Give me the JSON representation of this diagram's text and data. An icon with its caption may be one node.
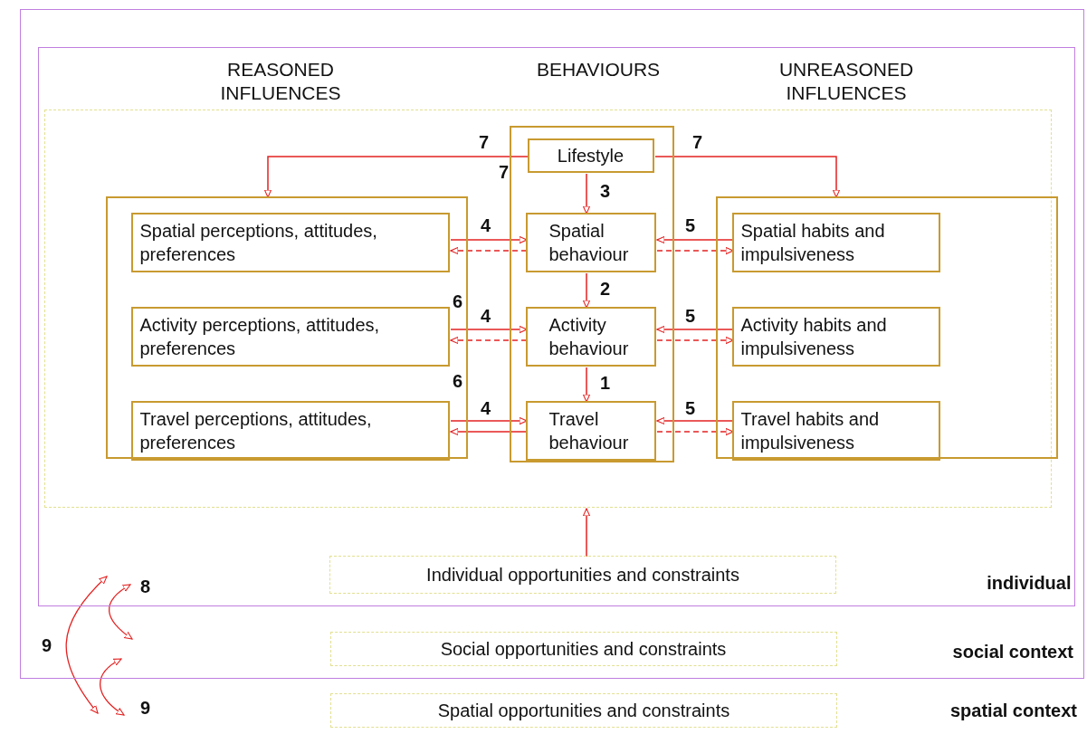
{
  "diagram": {
    "nodes": [
      {
        "text": [
          "social context"
        ]
      },
      {
        "text": [
          "individual"
        ],
        "in": 0
      },
      {
        "text": [],
        "shape": "box",
        "in": 1
      },
      {
        "text": [],
        "shape": "box",
        "in": 2
      },
      {
        "text": [
          "Spatial perceptions, attitudes, preferences"
        ],
        "in": 3
      },
      {
        "text": [
          "Activity perceptions, attitudes, preferences"
        ],
        "in": 3
      },
      {
        "text": [
          "Travel perceptions, attitudes, preferences"
        ],
        "in": 3
      },
      {
        "text": [],
        "shape": "box",
        "in": 2
      },
      {
        "text": [
          "Lifestyle"
        ],
        "in": 7
      },
      {
        "text": [
          "Spatial behaviour"
        ],
        "in": 7
      },
      {
        "text": [
          "Activity behaviour"
        ],
        "in": 7
      },
      {
        "text": [
          "Travel behaviour"
        ],
        "in": 7
      },
      {
        "text": [],
        "shape": "box",
        "in": 2
      },
      {
        "text": [
          "Spatial habits and impulsiveness"
        ],
        "in": 12
      },
      {
        "text": [
          "Activity habits and impulsiveness"
        ],
        "in": 12
      },
      {
        "text": [
          "Travel habits and impulsiveness"
        ],
        "in": 12
      },
      {
        "text": [
          "Individual opportunities and constraints"
        ],
        "in": 1
      },
      {
        "text": [
          "Social opportunities and constraints"
        ],
        "in": 0
      },
      {
        "text": [
          "Spatial opportunities and constraints"
        ]
      }
    ],
    "edges": [
      {
        "from": 8,
        "to": 3,
        "arrow": "to",
        "label": "7"
      },
      {
        "from": 8,
        "to": 12,
        "arrow": "to",
        "label": "7"
      },
      {
        "from": 8,
        "to": 9,
        "arrow": "to",
        "label": "3"
      },
      {
        "from": 9,
        "to": 10,
        "arrow": "to",
        "label": "2"
      },
      {
        "from": 10,
        "to": 11,
        "arrow": "to",
        "label": "1"
      },
      {
        "from": 4,
        "to": 9,
        "arrow": "to",
        "label": "4"
      },
      {
        "from": 9,
        "to": 4,
        "arrow": "to",
        "style": "dashed"
      },
      {
        "from": 5,
        "to": 10,
        "arrow": "to",
        "label": "4"
      },
      {
        "from": 10,
        "to": 5,
        "arrow": "to",
        "style": "dashed"
      },
      {
        "from": 6,
        "to": 11,
        "arrow": "to",
        "label": "4"
      },
      {
        "from": 11,
        "to": 6,
        "arrow": "to"
      },
      {
        "from": 13,
        "to": 9,
        "arrow": "to",
        "label": "5"
      },
      {
        "from": 9,
        "to": 13,
        "arrow": "to",
        "style": "dashed"
      },
      {
        "from": 14,
        "to": 10,
        "arrow": "to",
        "label": "5"
      },
      {
        "from": 10,
        "to": 14,
        "arrow": "to",
        "style": "dashed"
      },
      {
        "from": 15,
        "to": 11,
        "arrow": "to",
        "label": "5"
      },
      {
        "from": 11,
        "to": 15,
        "arrow": "to",
        "style": "dashed"
      },
      {
        "from": 16,
        "to": 2,
        "arrow": "to"
      }
    ],
    "labels": [
      "REASONED INFLUENCES",
      "BEHAVIOURS",
      "UNREASONED INFLUENCES",
      "7",
      "6",
      "6",
      "8",
      "9",
      "9",
      "spatial context"
    ]
  }
}
